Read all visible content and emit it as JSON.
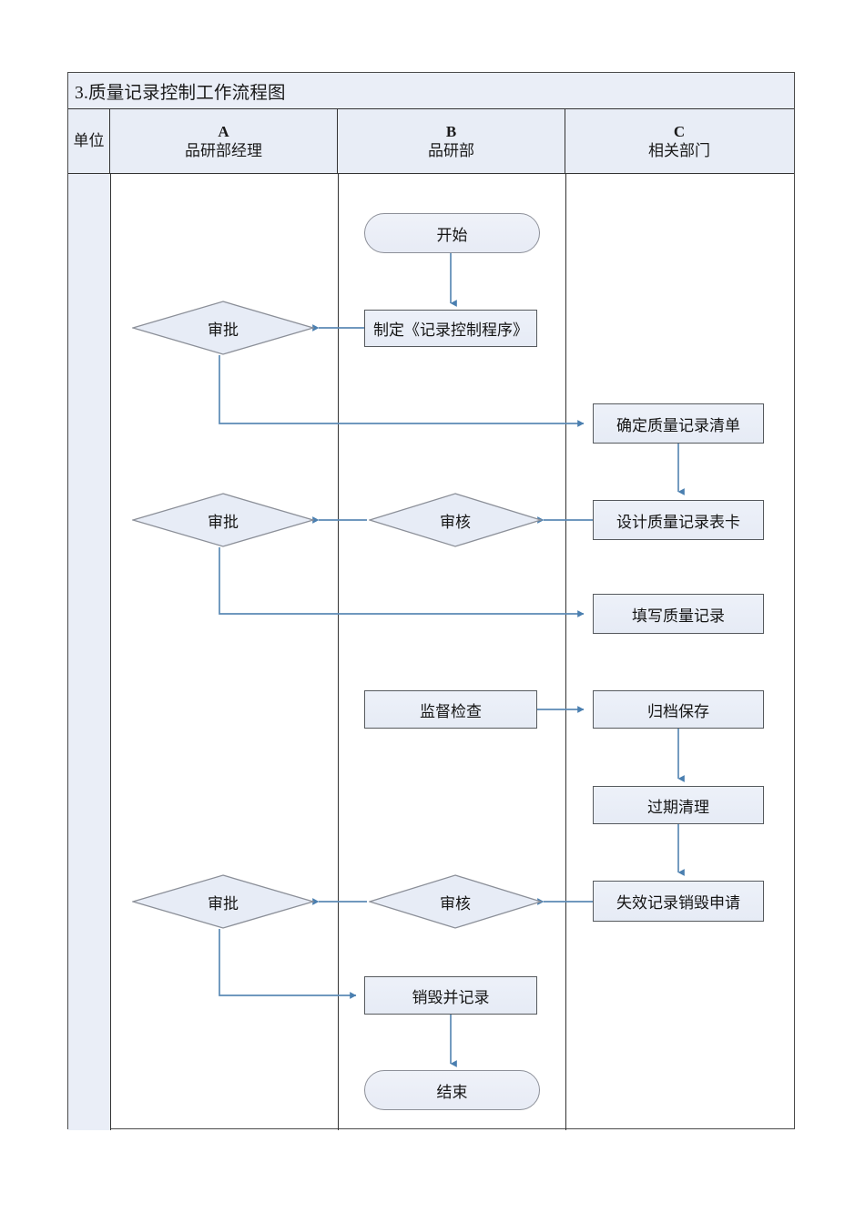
{
  "document": {
    "title": "3.质量记录控制工作流程图"
  },
  "table": {
    "unit_header": "单位",
    "columns": [
      {
        "code": "A",
        "dept": "品研部经理"
      },
      {
        "code": "B",
        "dept": "品研部"
      },
      {
        "code": "C",
        "dept": "相关部门"
      }
    ]
  },
  "flowchart": {
    "type": "swimlane-flowchart",
    "lanes": [
      "A 品研部经理",
      "B 品研部",
      "C 相关部门"
    ],
    "nodes": [
      {
        "id": "start",
        "label": "开始",
        "shape": "terminator",
        "lane": "B"
      },
      {
        "id": "make_proc",
        "label": "制定《记录控制程序》",
        "shape": "process",
        "lane": "B"
      },
      {
        "id": "approve1",
        "label": "审批",
        "shape": "decision",
        "lane": "A"
      },
      {
        "id": "list",
        "label": "确定质量记录清单",
        "shape": "process",
        "lane": "C"
      },
      {
        "id": "design",
        "label": "设计质量记录表卡",
        "shape": "process",
        "lane": "C"
      },
      {
        "id": "review1",
        "label": "审核",
        "shape": "decision",
        "lane": "B"
      },
      {
        "id": "approve2",
        "label": "审批",
        "shape": "decision",
        "lane": "A"
      },
      {
        "id": "fill",
        "label": "填写质量记录",
        "shape": "process",
        "lane": "C"
      },
      {
        "id": "supervise",
        "label": "监督检查",
        "shape": "process",
        "lane": "B"
      },
      {
        "id": "archive",
        "label": "归档保存",
        "shape": "process",
        "lane": "C"
      },
      {
        "id": "expire",
        "label": "过期清理",
        "shape": "process",
        "lane": "C"
      },
      {
        "id": "destroy_req",
        "label": "失效记录销毁申请",
        "shape": "process",
        "lane": "C"
      },
      {
        "id": "review2",
        "label": "审核",
        "shape": "decision",
        "lane": "B"
      },
      {
        "id": "approve3",
        "label": "审批",
        "shape": "decision",
        "lane": "A"
      },
      {
        "id": "destroy",
        "label": "销毁并记录",
        "shape": "process",
        "lane": "B"
      },
      {
        "id": "end",
        "label": "结束",
        "shape": "terminator",
        "lane": "B"
      }
    ],
    "edges": [
      {
        "from": "start",
        "to": "make_proc"
      },
      {
        "from": "make_proc",
        "to": "approve1"
      },
      {
        "from": "approve1",
        "to": "list"
      },
      {
        "from": "list",
        "to": "design"
      },
      {
        "from": "design",
        "to": "review1"
      },
      {
        "from": "review1",
        "to": "approve2"
      },
      {
        "from": "approve2",
        "to": "fill"
      },
      {
        "from": "supervise",
        "to": "archive"
      },
      {
        "from": "archive",
        "to": "expire"
      },
      {
        "from": "expire",
        "to": "destroy_req"
      },
      {
        "from": "destroy_req",
        "to": "review2"
      },
      {
        "from": "review2",
        "to": "approve3"
      },
      {
        "from": "approve3",
        "to": "destroy"
      },
      {
        "from": "destroy",
        "to": "end"
      }
    ]
  },
  "colors": {
    "shape_fill": "#eaeef7",
    "process_border": "#565a5e",
    "terminator_border": "#8d9099",
    "diamond_border": "#8b8f98",
    "connector": "#5b8ab5",
    "table_border": "#3a3a3a",
    "header_fill": "#e8edf6"
  }
}
